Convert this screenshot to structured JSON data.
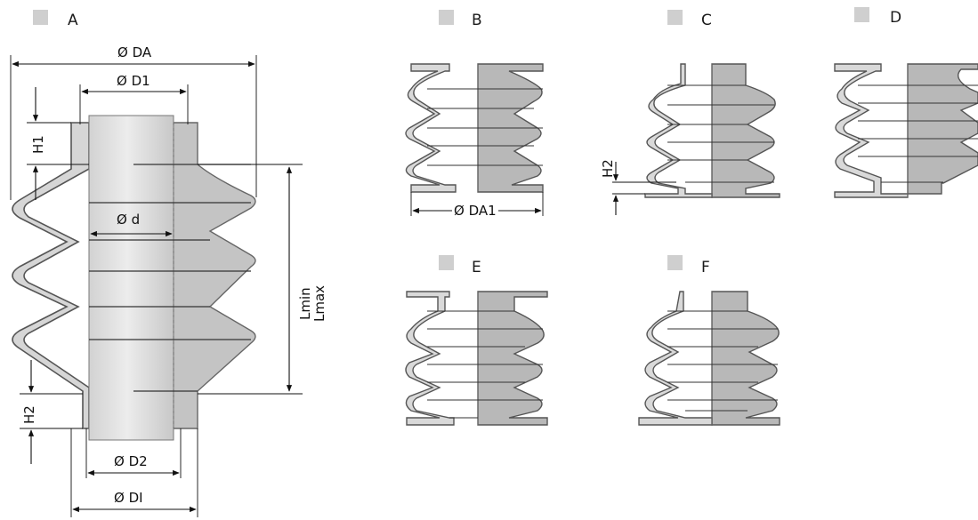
{
  "variants": [
    {
      "id": "A",
      "label": "A"
    },
    {
      "id": "B",
      "label": "B"
    },
    {
      "id": "C",
      "label": "C"
    },
    {
      "id": "D",
      "label": "D"
    },
    {
      "id": "E",
      "label": "E"
    },
    {
      "id": "F",
      "label": "F"
    }
  ],
  "dimensions": {
    "da": "Ø DA",
    "d1": "Ø D1",
    "d": "Ø d",
    "d2": "Ø D2",
    "di": "Ø DI",
    "h1": "H1",
    "h2": "H2",
    "lmin": "Lmin",
    "lmax": "Lmax",
    "da1": "Ø DA1",
    "h2_c": "H2"
  },
  "colors": {
    "swatch": "#cfcfcf",
    "fill_dark": "#b4b4b4",
    "fill_light": "#e6e6e6",
    "outline": "#555555",
    "line": "#111111"
  }
}
